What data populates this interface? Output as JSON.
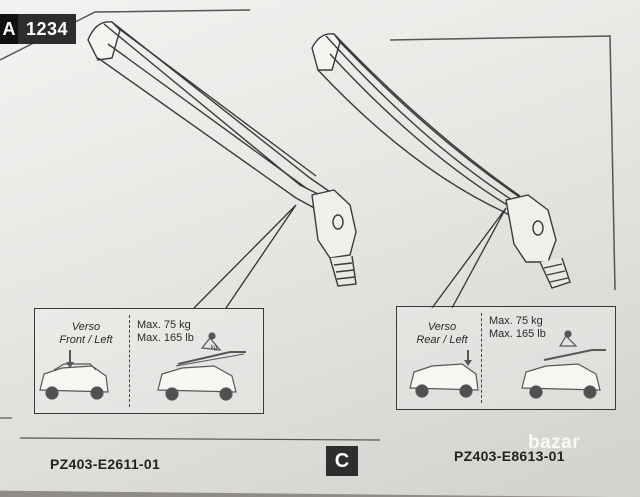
{
  "header": {
    "section_letter": "A",
    "code": "1234"
  },
  "panels": [
    {
      "model": "Verso",
      "position": "Front / Left",
      "max_kg": "Max. 75 kg",
      "max_lb": "Max. 165 lb"
    },
    {
      "model": "Verso",
      "position": "Rear / Left",
      "max_kg": "Max. 75 kg",
      "max_lb": "Max. 165 lb"
    }
  ],
  "weight_label": "kg",
  "part_codes": [
    "PZ403-E2611-01",
    "PZ403-E8613-01"
  ],
  "section_c": "C",
  "watermark": "bazar"
}
